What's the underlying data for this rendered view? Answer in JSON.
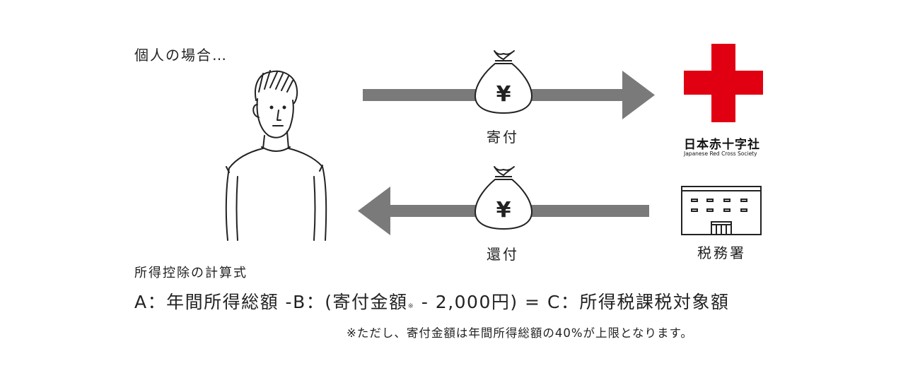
{
  "case_label": "個人の場合…",
  "flow": {
    "donation_label": "寄付",
    "refund_label": "還付"
  },
  "jrc": {
    "name_ja": "日本赤十字社",
    "name_en": "Japanese Red Cross Society",
    "cross_color": "#e00012"
  },
  "tax_office_label": "税務署",
  "money_bag_symbol": "¥",
  "formula": {
    "heading": "所得控除の計算式",
    "part_a": "A：年間所得総額 -B：(寄付金額",
    "mark": "※",
    "part_b": " - 2,000円) = C：所得税課税対象額"
  },
  "note": "※ただし、寄付金額は年間所得総額の40%が上限となります。",
  "colors": {
    "arrow": "#7a7a7a",
    "line": "#222222"
  }
}
